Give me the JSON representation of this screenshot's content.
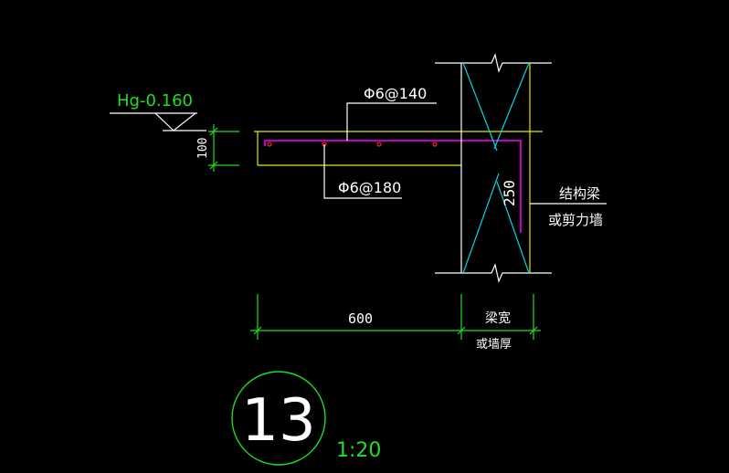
{
  "colors": {
    "background": "#000000",
    "white": "#ffffff",
    "yellow": "#e6e600",
    "cyan": "#00d8e8",
    "magenta": "#d400d4",
    "green": "#22dd22",
    "red": "#ff2020"
  },
  "labels": {
    "elevation": "Hg-0.160",
    "top_rebar": "Φ6@140",
    "bottom_rebar": "Φ6@180",
    "slab_thickness": "100",
    "beam_dimension": "250",
    "side_note_line1": "结构梁",
    "side_note_line2": "或剪力墙",
    "span_dimension": "600",
    "width_label_line1": "梁宽",
    "width_label_line2": "或墙厚",
    "detail_number": "13",
    "scale": "1:20"
  }
}
